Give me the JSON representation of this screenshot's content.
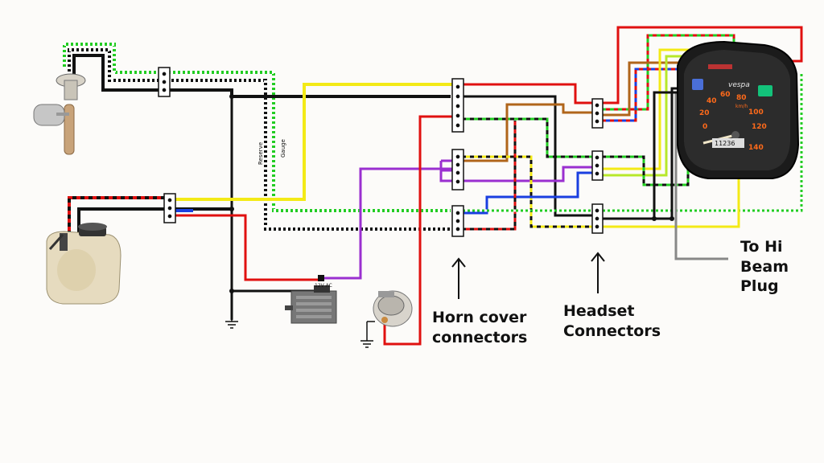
{
  "labels": {
    "horn_cover": [
      "Horn cover",
      "connectors"
    ],
    "headset": [
      "Headset",
      "Connectors"
    ],
    "hi_beam": [
      "To Hi",
      "Beam",
      "Plug"
    ],
    "reserve": "Reserve",
    "gauge": "Gauge",
    "ac_label": "12V AC"
  },
  "speedometer": {
    "brand": "vespa",
    "unit": "km/h",
    "scale": [
      "0",
      "20",
      "40",
      "60",
      "80",
      "100",
      "120",
      "140"
    ],
    "odometer": "11236"
  },
  "colors": {
    "red": "#e01010",
    "black": "#111111",
    "yellow": "#f3ea16",
    "green": "#22cc22",
    "blue": "#1a3fe0",
    "purple": "#9a2fd0",
    "brown": "#b0651a",
    "white": "#ffffff",
    "grey": "#888888",
    "lime": "#b7e82a"
  }
}
